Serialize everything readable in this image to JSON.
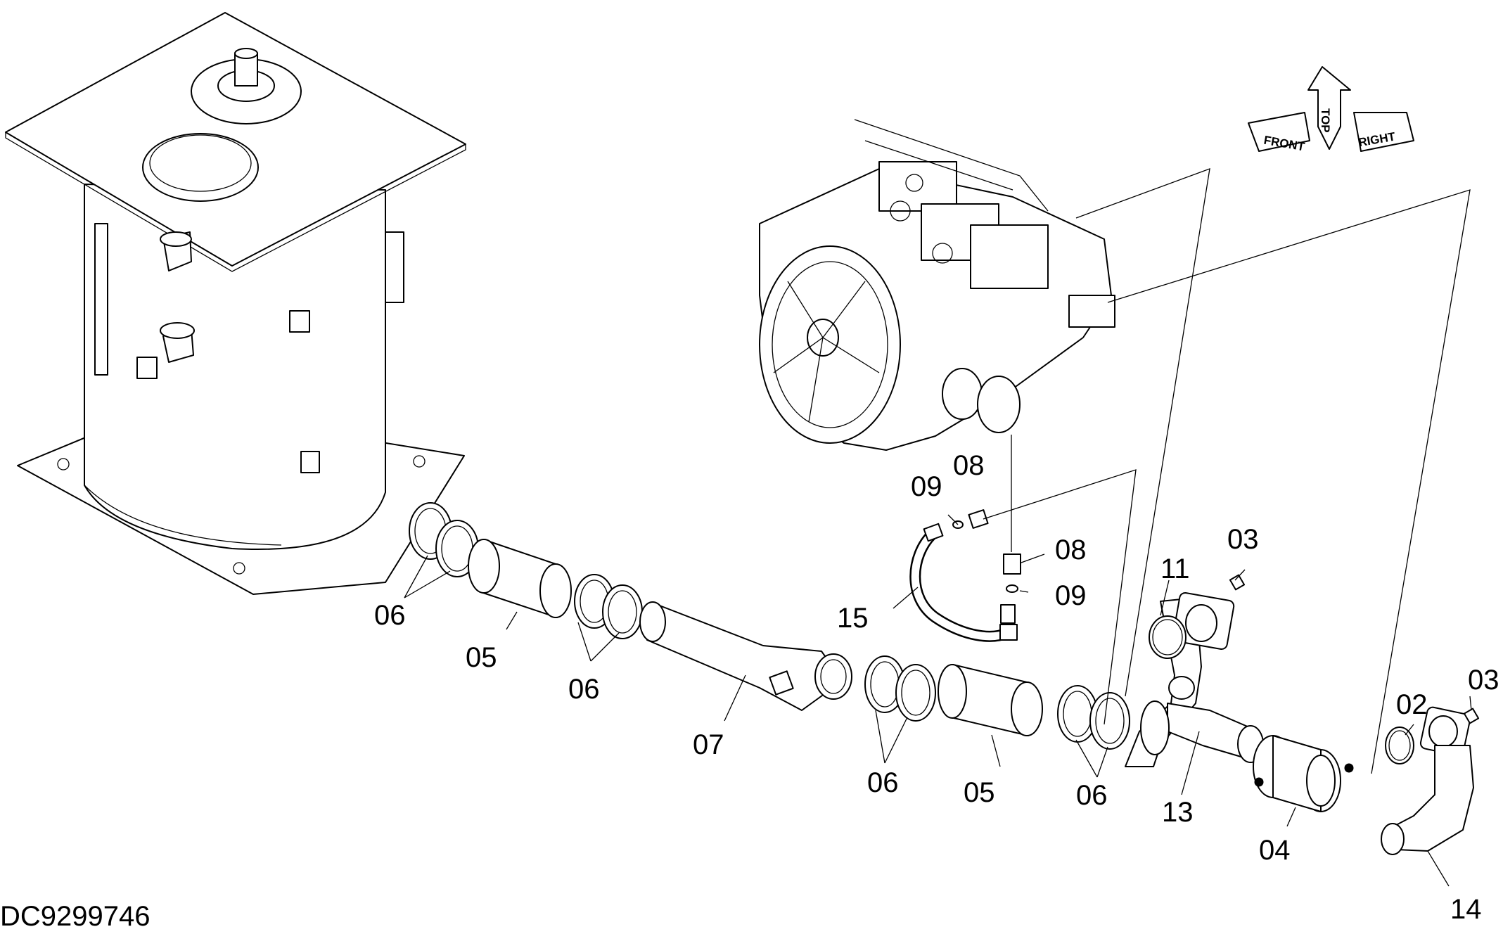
{
  "drawing_id": "DC9299746",
  "orientation": {
    "top_label": "TOP",
    "front_label": "FRONT",
    "right_label": "RIGHT"
  },
  "callouts": [
    {
      "part": "03",
      "id": "c1"
    },
    {
      "part": "03",
      "id": "c2"
    },
    {
      "part": "02",
      "id": "c3"
    },
    {
      "part": "11",
      "id": "c4"
    },
    {
      "part": "08",
      "id": "c5"
    },
    {
      "part": "09",
      "id": "c6"
    },
    {
      "part": "08",
      "id": "c7"
    },
    {
      "part": "09",
      "id": "c8"
    },
    {
      "part": "15",
      "id": "c9"
    },
    {
      "part": "06",
      "id": "c10"
    },
    {
      "part": "05",
      "id": "c11"
    },
    {
      "part": "06",
      "id": "c12"
    },
    {
      "part": "07",
      "id": "c13"
    },
    {
      "part": "06",
      "id": "c14"
    },
    {
      "part": "05",
      "id": "c15"
    },
    {
      "part": "06",
      "id": "c16"
    },
    {
      "part": "13",
      "id": "c17"
    },
    {
      "part": "04",
      "id": "c18"
    },
    {
      "part": "14",
      "id": "c19"
    }
  ]
}
